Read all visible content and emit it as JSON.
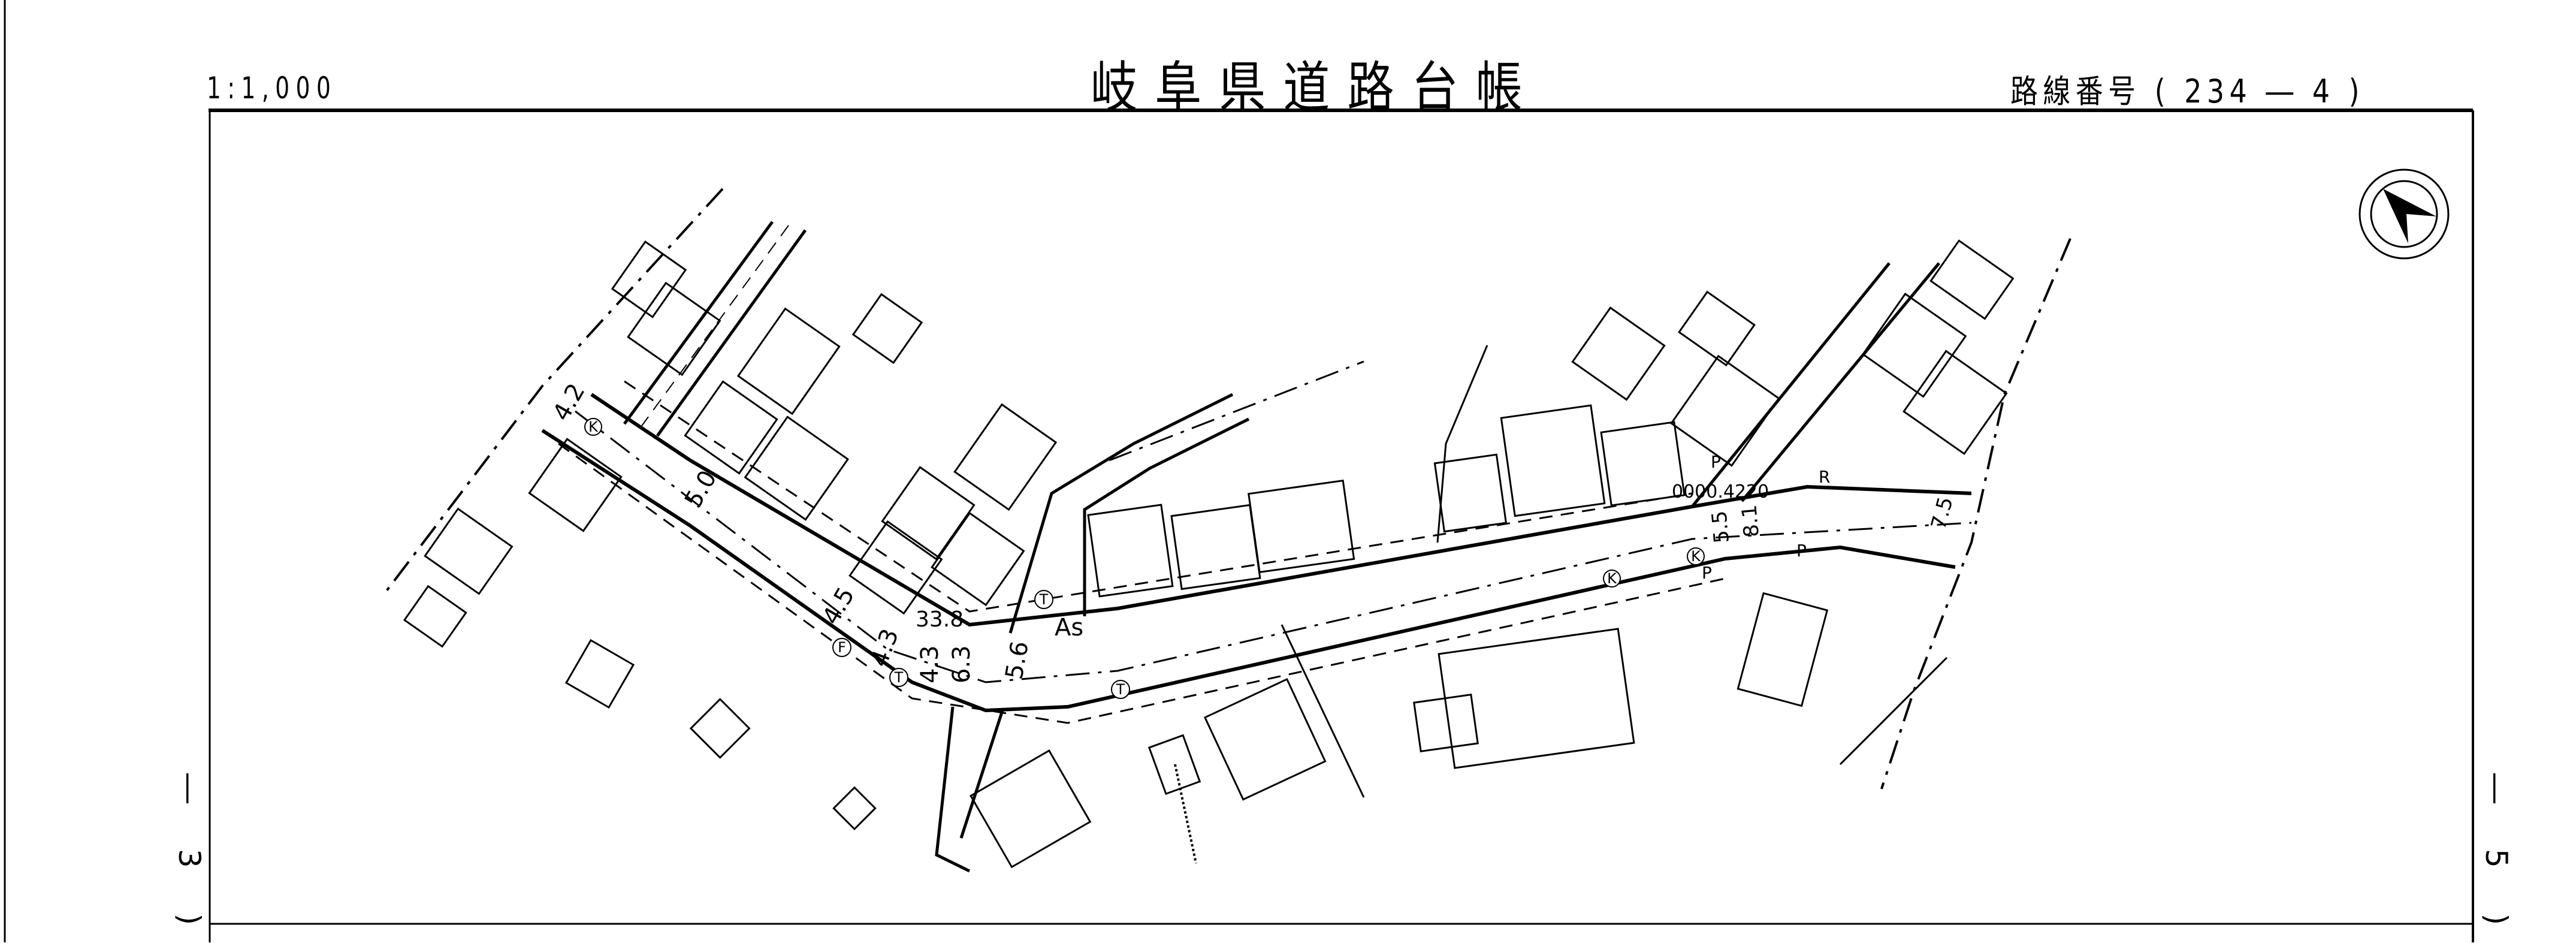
{
  "header": {
    "scale": "1:1,000",
    "title": "岐阜県道路台帳",
    "route_number": "路線番号 ( 234 ― 4 )"
  },
  "side_labels": {
    "left": "― 3 )",
    "right": "― 5 )"
  },
  "map": {
    "north_arrow": "north-arrow-icon",
    "width_labels": [
      "4.2",
      "5.0",
      "4.5",
      "4.3",
      "4.3",
      "6.3",
      "5.6",
      "5.5",
      "8.1",
      "7.5"
    ],
    "elevation_label": "33.8",
    "pavement_label": "As",
    "station_label": "0000.4220",
    "letters": [
      "R",
      "P",
      "P",
      "P"
    ],
    "symbols": [
      "T",
      "T",
      "T",
      "F",
      "K",
      "K",
      "K"
    ]
  },
  "colors": {
    "ink": "#000000",
    "paper": "#ffffff"
  }
}
